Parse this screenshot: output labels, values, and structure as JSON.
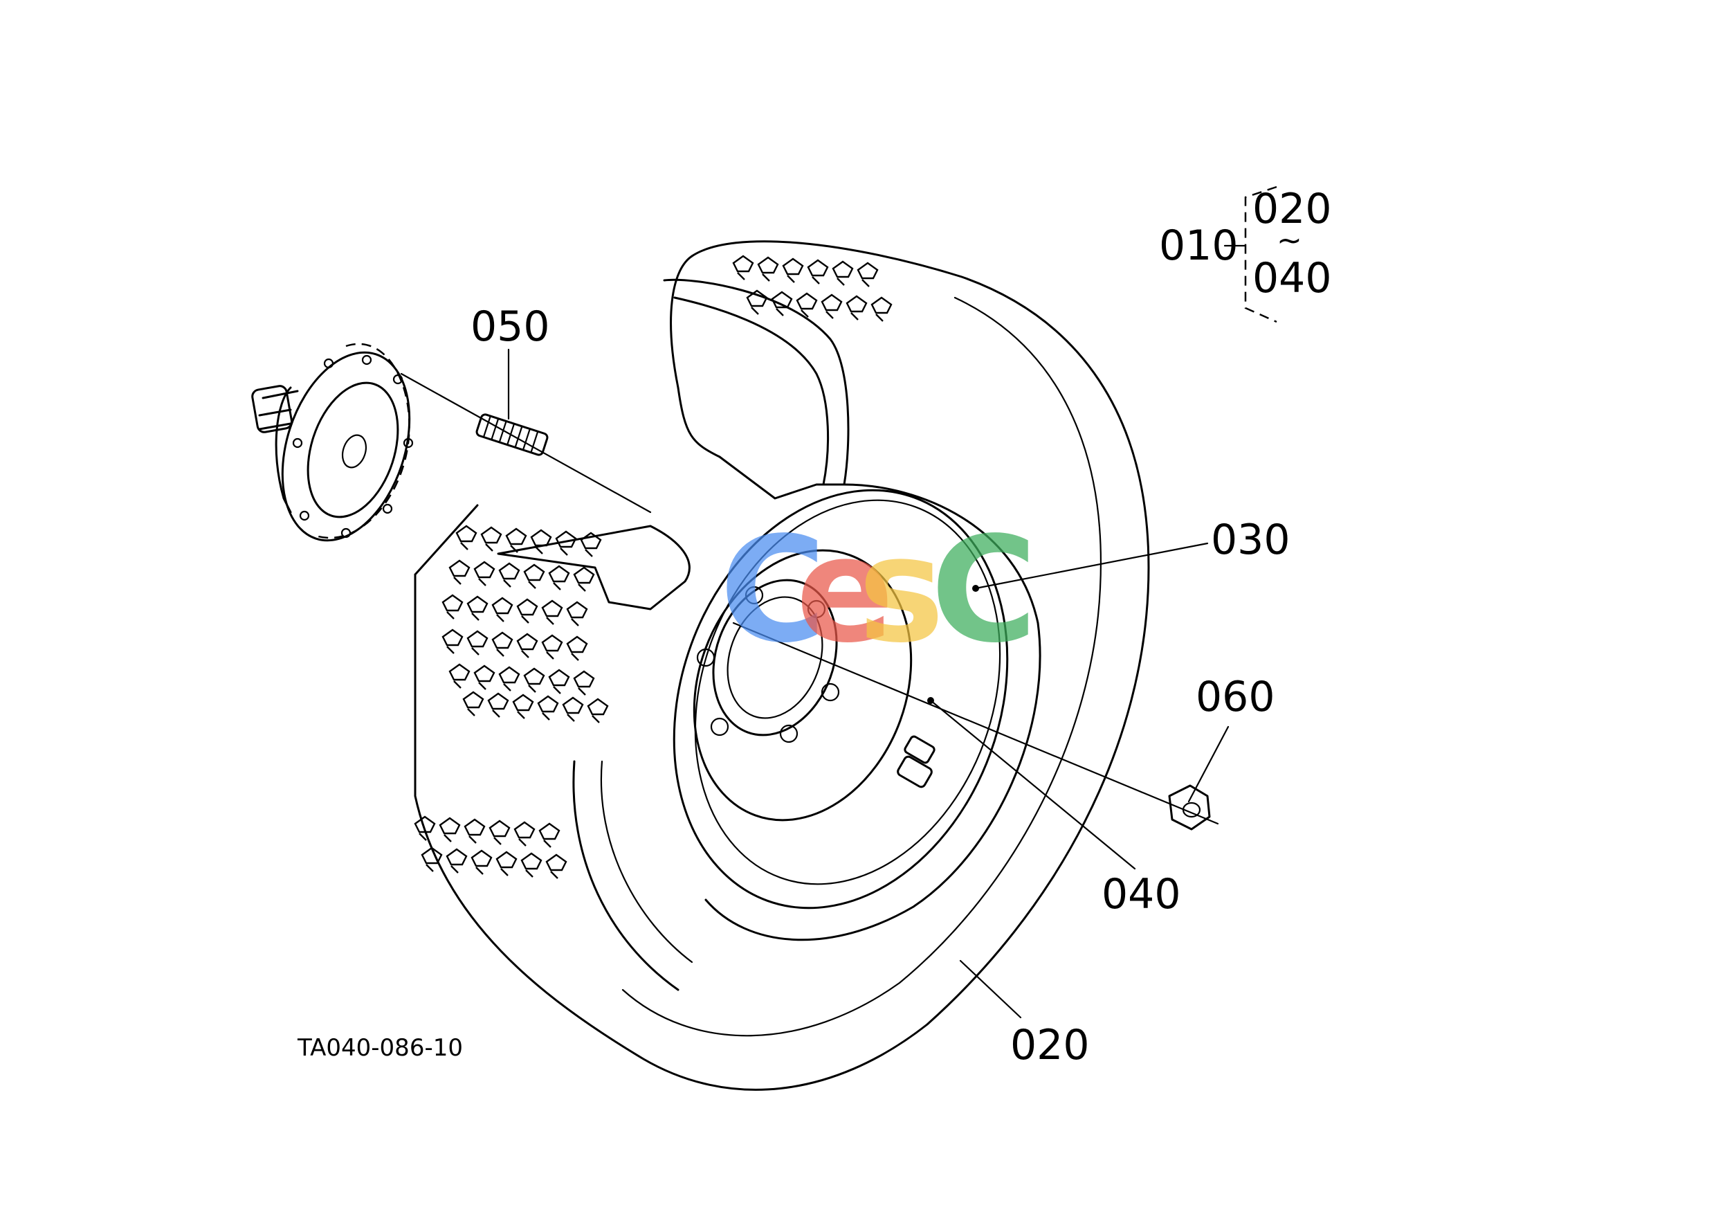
{
  "labels": {
    "assembly": "010",
    "range_start": "020",
    "range_sep": "~",
    "range_end": "040",
    "tire": "020",
    "rim": "030",
    "valve": "040",
    "stud": "050",
    "nut": "060"
  },
  "figure_id": "TA040-086-10",
  "watermark": {
    "letters": [
      "C",
      "e",
      "s",
      "C"
    ],
    "colors": [
      "#4a8df0",
      "#e9584a",
      "#f5c542",
      "#3dae5c"
    ]
  }
}
